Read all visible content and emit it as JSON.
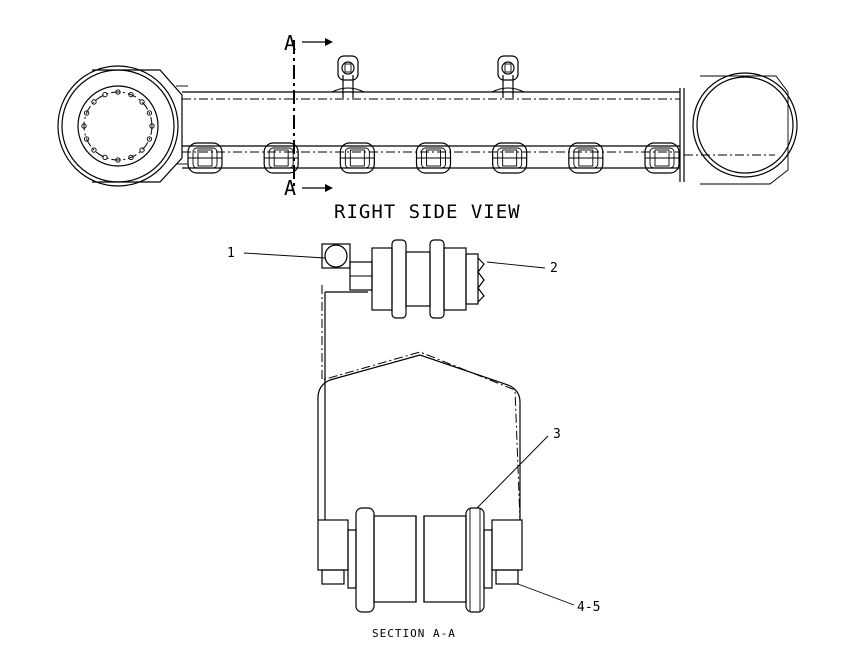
{
  "view_titles": {
    "right_side_view": "RIGHT SIDE VIEW",
    "section_view": "SECTION A-A"
  },
  "section_marker": {
    "top_letter": "A",
    "bottom_letter": "A"
  },
  "callouts": [
    {
      "id": "1",
      "label": "1"
    },
    {
      "id": "2",
      "label": "2"
    },
    {
      "id": "3",
      "label": "3"
    },
    {
      "id": "4-5",
      "label": "4-5"
    }
  ],
  "counts": {
    "track_rollers": 7,
    "carrier_rollers": 2
  }
}
